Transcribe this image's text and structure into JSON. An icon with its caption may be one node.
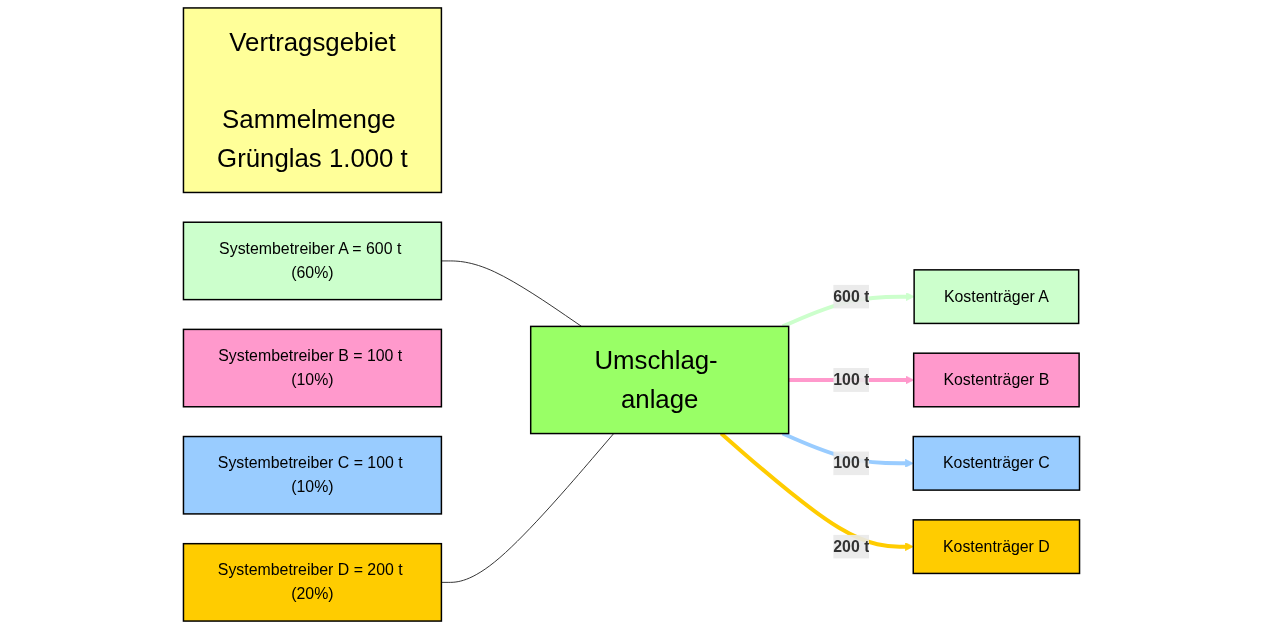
{
  "diagram": {
    "nodes": [
      {
        "text": [
          "Vertragsgebiet",
          "Sammelmenge Grünglas 1.000 t"
        ]
      },
      {
        "text": [
          "Systembetreiber A = 600 t (60%)"
        ]
      },
      {
        "text": [
          "Systembetreiber B = 100 t (10%)"
        ]
      },
      {
        "text": [
          "Systembetreiber C = 100 t (10%)"
        ]
      },
      {
        "text": [
          "Systembetreiber D = 200 t (20%)"
        ]
      },
      {
        "text": [
          "Umschlag- anlage"
        ]
      },
      {
        "text": [
          "Kostenträger A"
        ]
      },
      {
        "text": [
          "Kostenträger B"
        ]
      },
      {
        "text": [
          "Kostenträger C"
        ]
      },
      {
        "text": [
          "Kostenträger D"
        ]
      }
    ],
    "edges": [
      {
        "from": 1,
        "to": 5,
        "arrow": "none"
      },
      {
        "from": 4,
        "to": 5,
        "arrow": "none"
      },
      {
        "from": 5,
        "to": 6,
        "arrow": "to",
        "label": "600 t",
        "color": "#ccffcc"
      },
      {
        "from": 5,
        "to": 7,
        "arrow": "to",
        "label": "100 t",
        "color": "#ff99cc"
      },
      {
        "from": 5,
        "to": 8,
        "arrow": "to",
        "label": "100 t",
        "color": "#99ccff"
      },
      {
        "from": 5,
        "to": 9,
        "arrow": "to",
        "label": "200 t",
        "color": "#ffcc00"
      }
    ]
  }
}
